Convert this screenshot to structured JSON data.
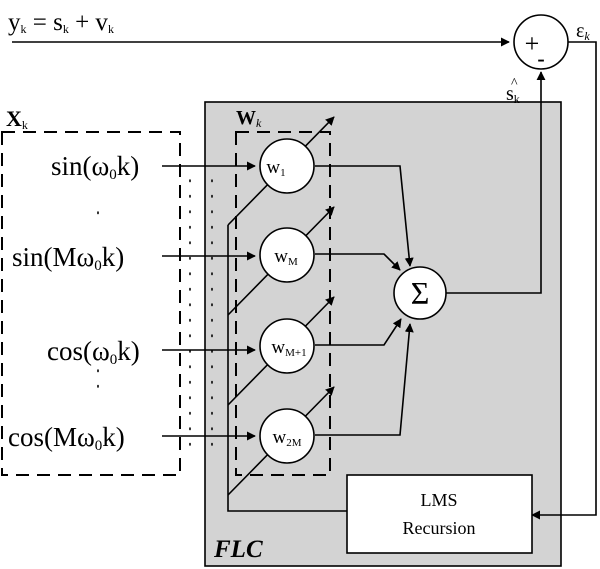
{
  "output_eq": {
    "y": "y",
    "y_sub": "k",
    "eq": " = s",
    "s_sub": "k",
    "plus": " + v",
    "v_sub": "k"
  },
  "error": {
    "sym": "ε",
    "sub": "k"
  },
  "estimate": {
    "sym": "s",
    "hat": "^",
    "sub": "k"
  },
  "summer": {
    "plus": "+",
    "minus": "-"
  },
  "input_vector": {
    "sym": "X",
    "sub": "k"
  },
  "weight_vector": {
    "sym": "W",
    "sub": "k"
  },
  "inputs": [
    {
      "text": "sin(ω",
      "sub": "0",
      "tail": "k)"
    },
    {
      "text": "sin(Mω",
      "sub": "0",
      "tail": "k)"
    },
    {
      "text": "cos(ω",
      "sub": "0",
      "tail": "k)"
    },
    {
      "text": "cos(Mω",
      "sub": "0",
      "tail": "k)"
    }
  ],
  "weights": [
    {
      "sym": "w",
      "sub": "1"
    },
    {
      "sym": "w",
      "sub": "M"
    },
    {
      "sym": "w",
      "sub": "M+1"
    },
    {
      "sym": "w",
      "sub": "2M"
    }
  ],
  "sum_symbol": "Σ",
  "lms": {
    "line1": "LMS",
    "line2": "Recursion"
  },
  "flc_label": "FLC",
  "colors": {
    "block_fill": "#d3d3d3",
    "line": "#000000",
    "node_fill": "#ffffff"
  }
}
